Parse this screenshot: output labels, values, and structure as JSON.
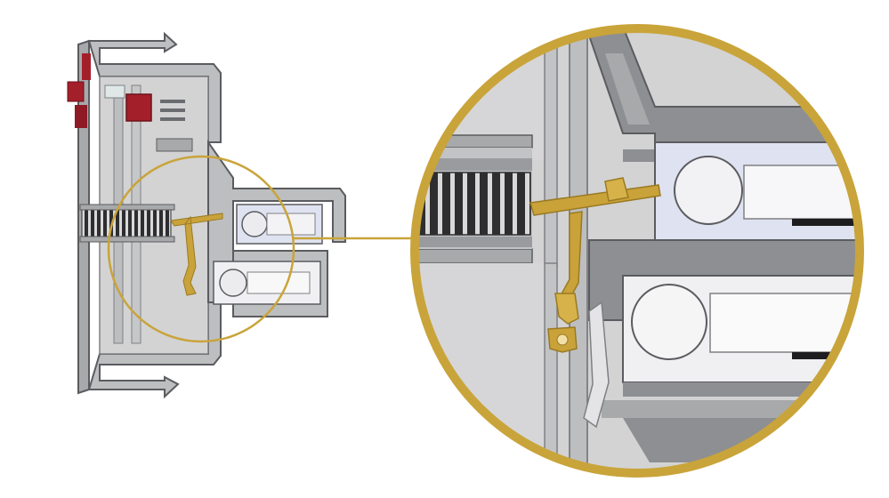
{
  "colors": {
    "background": "#ffffff",
    "gold_ring": "#c9a43a",
    "housing_light": "#d3d3d4",
    "housing_mid": "#a8a9ab",
    "housing_dark": "#7f8083",
    "outline": "#5b5c5f",
    "insert_blue": "#dfe2f0",
    "spring_dark": "#2e2e30",
    "spring_light": "#d9d9d9",
    "brass": "#c9a23a",
    "brass_dark": "#9a7a22",
    "red_part": "#a3202b",
    "red_part_dark": "#6e1119",
    "black_strip": "#1d1d1f"
  },
  "parts": {
    "overview": "socket-cross-section-overview",
    "detail": "magnified-contact-detail",
    "connector": "callout-leader-line"
  }
}
